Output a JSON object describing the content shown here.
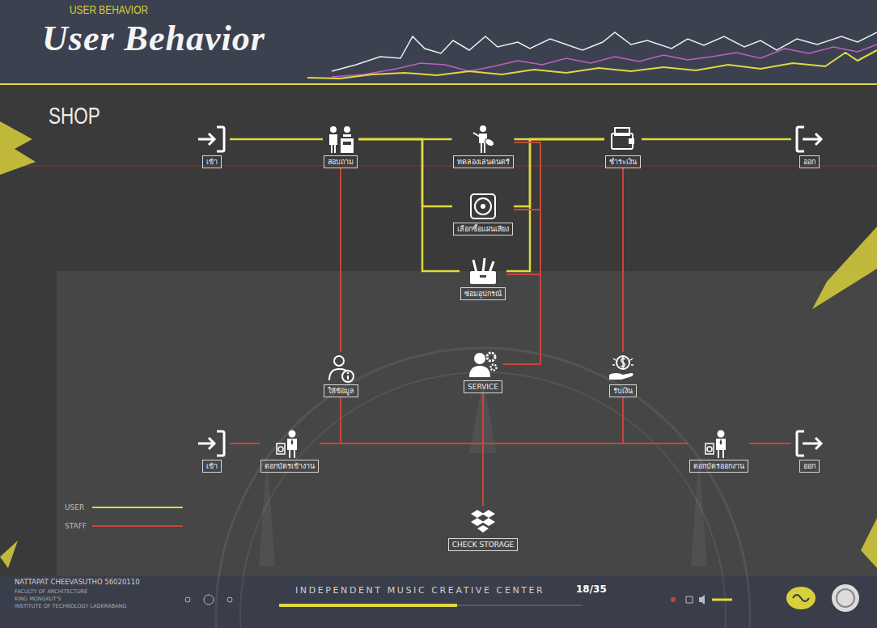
{
  "diagram": {
    "title": "User Behavior",
    "nodes": [
      {
        "text": [
          "เข้า"
        ]
      },
      {
        "text": [
          "สอบถาม"
        ]
      },
      {
        "text": [
          "ทดลองเล่นดนตรี"
        ]
      },
      {
        "text": [
          "เลือกซื้อแผ่นเสียง"
        ]
      },
      {
        "text": [
          "ซ่อมอุปกรณ์"
        ]
      },
      {
        "text": [
          "ชำระเงิน"
        ]
      },
      {
        "text": [
          "ออก"
        ]
      },
      {
        "text": [
          "ให้ข้อมูล"
        ]
      },
      {
        "text": [
          "SERVICE"
        ]
      },
      {
        "text": [
          "รับเงิน"
        ]
      },
      {
        "text": [
          "เข้า"
        ]
      },
      {
        "text": [
          "ตอกบัตรเข้างาน"
        ]
      },
      {
        "text": [
          "ตอกบัตรออกงาน"
        ]
      },
      {
        "text": [
          "ออก"
        ]
      },
      {
        "text": [
          "CHECK STORAGE"
        ]
      }
    ],
    "edges": [
      {
        "from": 0,
        "to": 1,
        "arrow": "none"
      },
      {
        "from": 1,
        "to": 2,
        "arrow": "none"
      },
      {
        "from": 1,
        "to": 3,
        "arrow": "none"
      },
      {
        "from": 1,
        "to": 4,
        "arrow": "none"
      },
      {
        "from": 2,
        "to": 5,
        "arrow": "none"
      },
      {
        "from": 3,
        "to": 5,
        "arrow": "none"
      },
      {
        "from": 4,
        "to": 5,
        "arrow": "none"
      },
      {
        "from": 5,
        "to": 6,
        "arrow": "none"
      },
      {
        "from": 1,
        "to": 7,
        "arrow": "none"
      },
      {
        "from": 8,
        "to": 2,
        "arrow": "none"
      },
      {
        "from": 8,
        "to": 3,
        "arrow": "none"
      },
      {
        "from": 8,
        "to": 4,
        "arrow": "none"
      },
      {
        "from": 9,
        "to": 5,
        "arrow": "none"
      },
      {
        "from": 10,
        "to": 11,
        "arrow": "none"
      },
      {
        "from": 11,
        "to": 7,
        "arrow": "none"
      },
      {
        "from": 11,
        "to": 8,
        "arrow": "none"
      },
      {
        "from": 11,
        "to": 9,
        "arrow": "none"
      },
      {
        "from": 11,
        "to": 12,
        "arrow": "none"
      },
      {
        "from": 12,
        "to": 13,
        "arrow": "none"
      },
      {
        "from": 8,
        "to": 14,
        "arrow": "none"
      }
    ],
    "labels": [
      "USER BEHAVIOR",
      "SHOP",
      "NATTAPAT CHEEVASUTHO 56020110",
      "FACULTY OF ARCHITECTURE",
      "KING MONGKUT'S",
      "INSTITUTE OF TECHNOLOGY LADKRABANG",
      "INDEPENDENT MUSIC CREATIVE CENTER",
      "18/35"
    ],
    "legend": [
      {
        "text": "USER"
      },
      {
        "text": "STAFF"
      }
    ]
  }
}
